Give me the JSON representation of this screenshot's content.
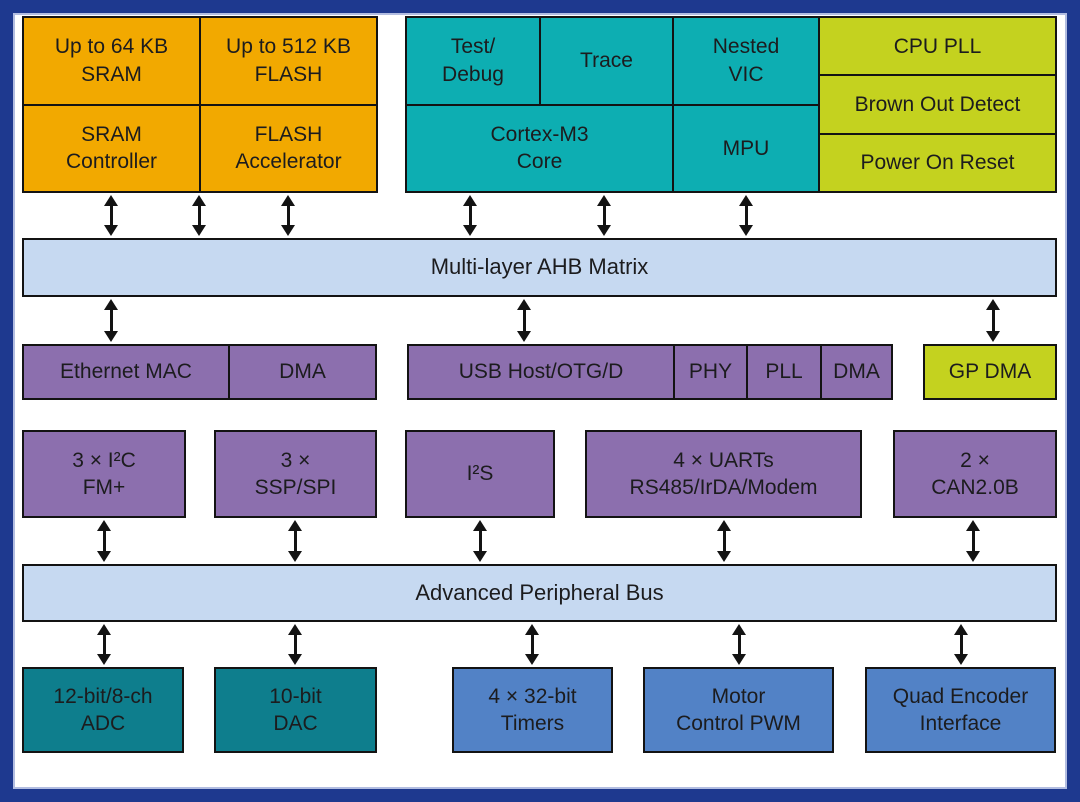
{
  "blocks": {
    "sram_size": "Up to 64 KB\nSRAM",
    "flash_size": "Up to 512 KB\nFLASH",
    "sram_ctrl": "SRAM\nController",
    "flash_acc": "FLASH\nAccelerator",
    "test_debug": "Test/\nDebug",
    "trace": "Trace",
    "nvic": "Nested\nVIC",
    "cortex": "Cortex-M3\nCore",
    "mpu": "MPU",
    "cpu_pll": "CPU PLL",
    "bod": "Brown Out Detect",
    "por": "Power On Reset",
    "ahb": "Multi-layer AHB Matrix",
    "eth": "Ethernet MAC",
    "eth_dma": "DMA",
    "usb": "USB Host/OTG/D",
    "phy": "PHY",
    "pll": "PLL",
    "usb_dma": "DMA",
    "gpdma": "GP DMA",
    "i2c": "3 × I²C\nFM+",
    "ssp": "3 ×\nSSP/SPI",
    "i2s": "I²S",
    "uart": "4 × UARTs\nRS485/IrDA/Modem",
    "can": "2 ×\nCAN2.0B",
    "apb": "Advanced Peripheral Bus",
    "adc": "12-bit/8-ch\nADC",
    "dac": "10-bit\nDAC",
    "timers": "4 × 32-bit\nTimers",
    "mcpwm": "Motor\nControl PWM",
    "qei": "Quad Encoder\nInterface"
  },
  "colors": {
    "memory_orange": "#F2A900",
    "core_teal": "#0DAEB2",
    "power_green": "#C4D21F",
    "peripheral_purple": "#8C6FAE",
    "bus_blue": "#C6D9F1",
    "analog_teal": "#0E7E8D",
    "timer_blue": "#5282C6",
    "frame_navy": "#1E398F",
    "block_border": "#131313",
    "arrow_black": "#131313"
  }
}
